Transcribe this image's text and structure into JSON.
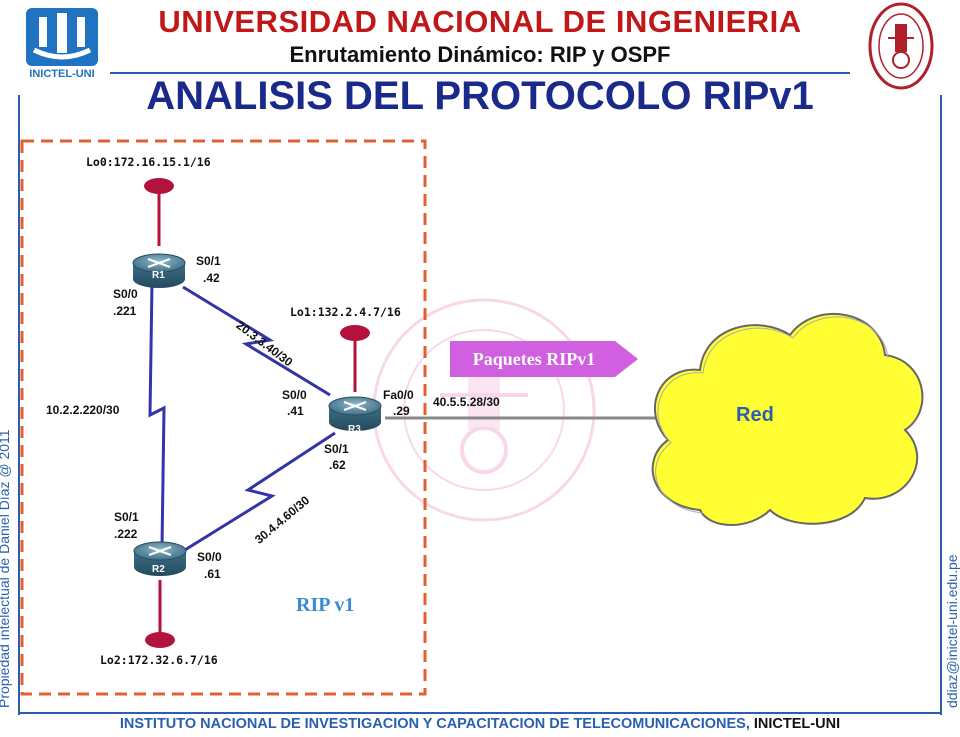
{
  "header": {
    "university": "UNIVERSIDAD NACIONAL DE INGENIERIA",
    "subtitle": "Enrutamiento Dinámico: RIP y OSPF",
    "slide_title": "ANALISIS DEL PROTOCOLO RIPv1"
  },
  "logos": {
    "left_caption": "INICTEL-UNI"
  },
  "footer": {
    "institute": "INSTITUTO NACIONAL DE INVESTIGACION Y CAPACITACION DE TELECOMUNICACIONES, ",
    "short": "INICTEL-UNI"
  },
  "side_texts": {
    "left": "Propiedad intelectual de Daniel Díaz @ 2011",
    "right": "ddiaz@inictel-uni.edu.pe"
  },
  "routers": {
    "r1": "R1",
    "r2": "R2",
    "r3": "R3"
  },
  "loopbacks": {
    "r1": "Lo0:172.16.15.1/16",
    "r3": "Lo1:132.2.4.7/16",
    "r2": "Lo2:172.32.6.7/16"
  },
  "interfaces": {
    "r1_s01_name": "S0/1",
    "r1_s01_addr": ".42",
    "r1_s00_name": "S0/0",
    "r1_s00_addr": ".221",
    "r3_s00_name": "S0/0",
    "r3_s00_addr": ".41",
    "r3_fa00_name": "Fa0/0",
    "r3_fa00_addr": ".29",
    "r3_s01_name": "S0/1",
    "r3_s01_addr": ".62",
    "r2_s01_name": "S0/1",
    "r2_s01_addr": ".222",
    "r2_s00_name": "S0/0",
    "r2_s00_addr": ".61"
  },
  "links": {
    "r1_r2": "10.2.2.220/30",
    "r1_r3": "20.3.3.40/30",
    "r2_r3": "30.4.4.60/30",
    "r3_red": "40.5.5.28/30"
  },
  "packet_tag": "Paquetes RIPv1",
  "cloud_label": "Red",
  "domain_label": "RIP v1",
  "colors": {
    "header_red": "#c01818",
    "title_blue": "#1a2a8a",
    "rule_blue": "#2a5fae",
    "link_blue": "#3333aa",
    "domain_border": "#e06030",
    "loopback": "#b3123c",
    "cloud_fill": "#ffff33",
    "tag_fill": "#d060e0",
    "router_body": "#4a7f9a"
  }
}
